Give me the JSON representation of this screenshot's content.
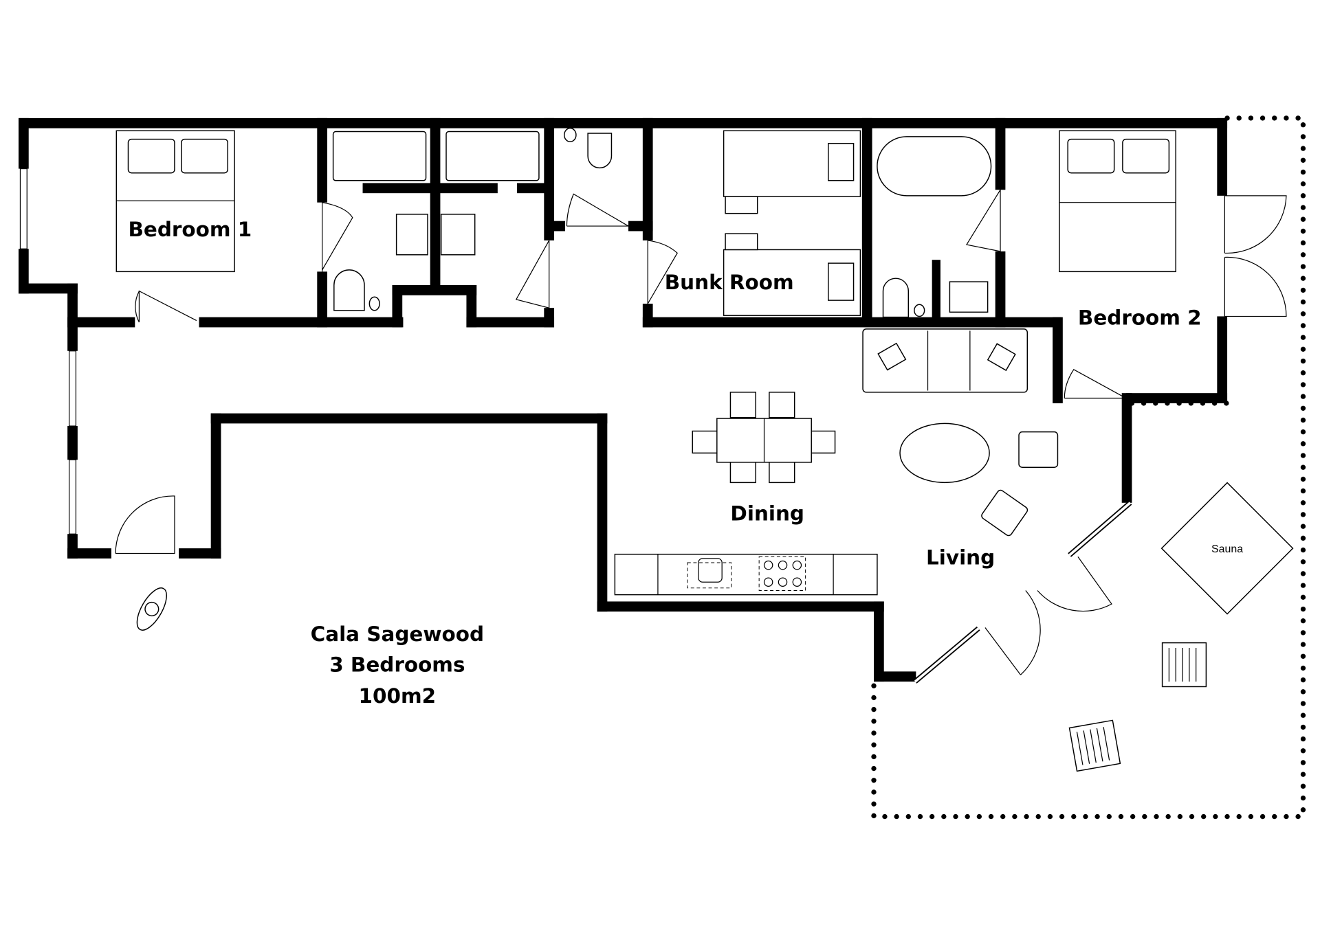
{
  "rooms": {
    "bedroom1": "Bedroom 1",
    "bunk_room": "Bunk Room",
    "bedroom2": "Bedroom 2",
    "dining": "Dining",
    "living": "Living",
    "sauna": "Sauna"
  },
  "property": {
    "name": "Cala Sagewood",
    "bedrooms": "3 Bedrooms",
    "area": "100m2"
  }
}
